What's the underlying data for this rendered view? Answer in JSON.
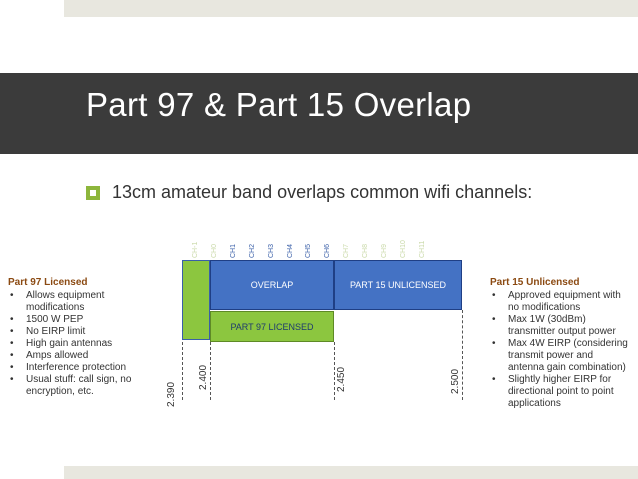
{
  "slide": {
    "title": "Part 97 & Part 15 Overlap",
    "bullet": "13cm amateur band overlaps common wifi channels:"
  },
  "diagram": {
    "channels": [
      {
        "label": "CH-1",
        "emphasis": false
      },
      {
        "label": "CH0",
        "emphasis": false
      },
      {
        "label": "CH1",
        "emphasis": true
      },
      {
        "label": "CH2",
        "emphasis": true
      },
      {
        "label": "CH3",
        "emphasis": true
      },
      {
        "label": "CH4",
        "emphasis": true
      },
      {
        "label": "CH5",
        "emphasis": true
      },
      {
        "label": "CH6",
        "emphasis": true
      },
      {
        "label": "CH7",
        "emphasis": false
      },
      {
        "label": "CH8",
        "emphasis": false
      },
      {
        "label": "CH9",
        "emphasis": false
      },
      {
        "label": "CH10",
        "emphasis": false
      },
      {
        "label": "CH11",
        "emphasis": false
      }
    ],
    "bands": {
      "overlap": "OVERLAP",
      "part15": "PART 15 UNLICENSED",
      "part97": "PART 97 LICENSED"
    },
    "frequencies": [
      "2.390",
      "2.400",
      "2.450",
      "2.500"
    ],
    "colors": {
      "licensed": "#8cc63f",
      "unlicensed": "#4472c4"
    }
  },
  "left": {
    "heading": "Part 97 Licensed",
    "items": [
      "Allows equipment modifications",
      "1500 W PEP",
      "No EIRP limit",
      "High gain antennas",
      "Amps allowed",
      "Interference protection",
      "Usual stuff: call sign, no encryption, etc."
    ]
  },
  "right": {
    "heading": "Part 15 Unlicensed",
    "items": [
      "Approved equipment with no modifications",
      "Max 1W (30dBm) transmitter output power",
      "Max 4W EIRP (considering transmit power and antenna gain combination)",
      "Slightly higher EIRP for directional point to point applications"
    ]
  }
}
